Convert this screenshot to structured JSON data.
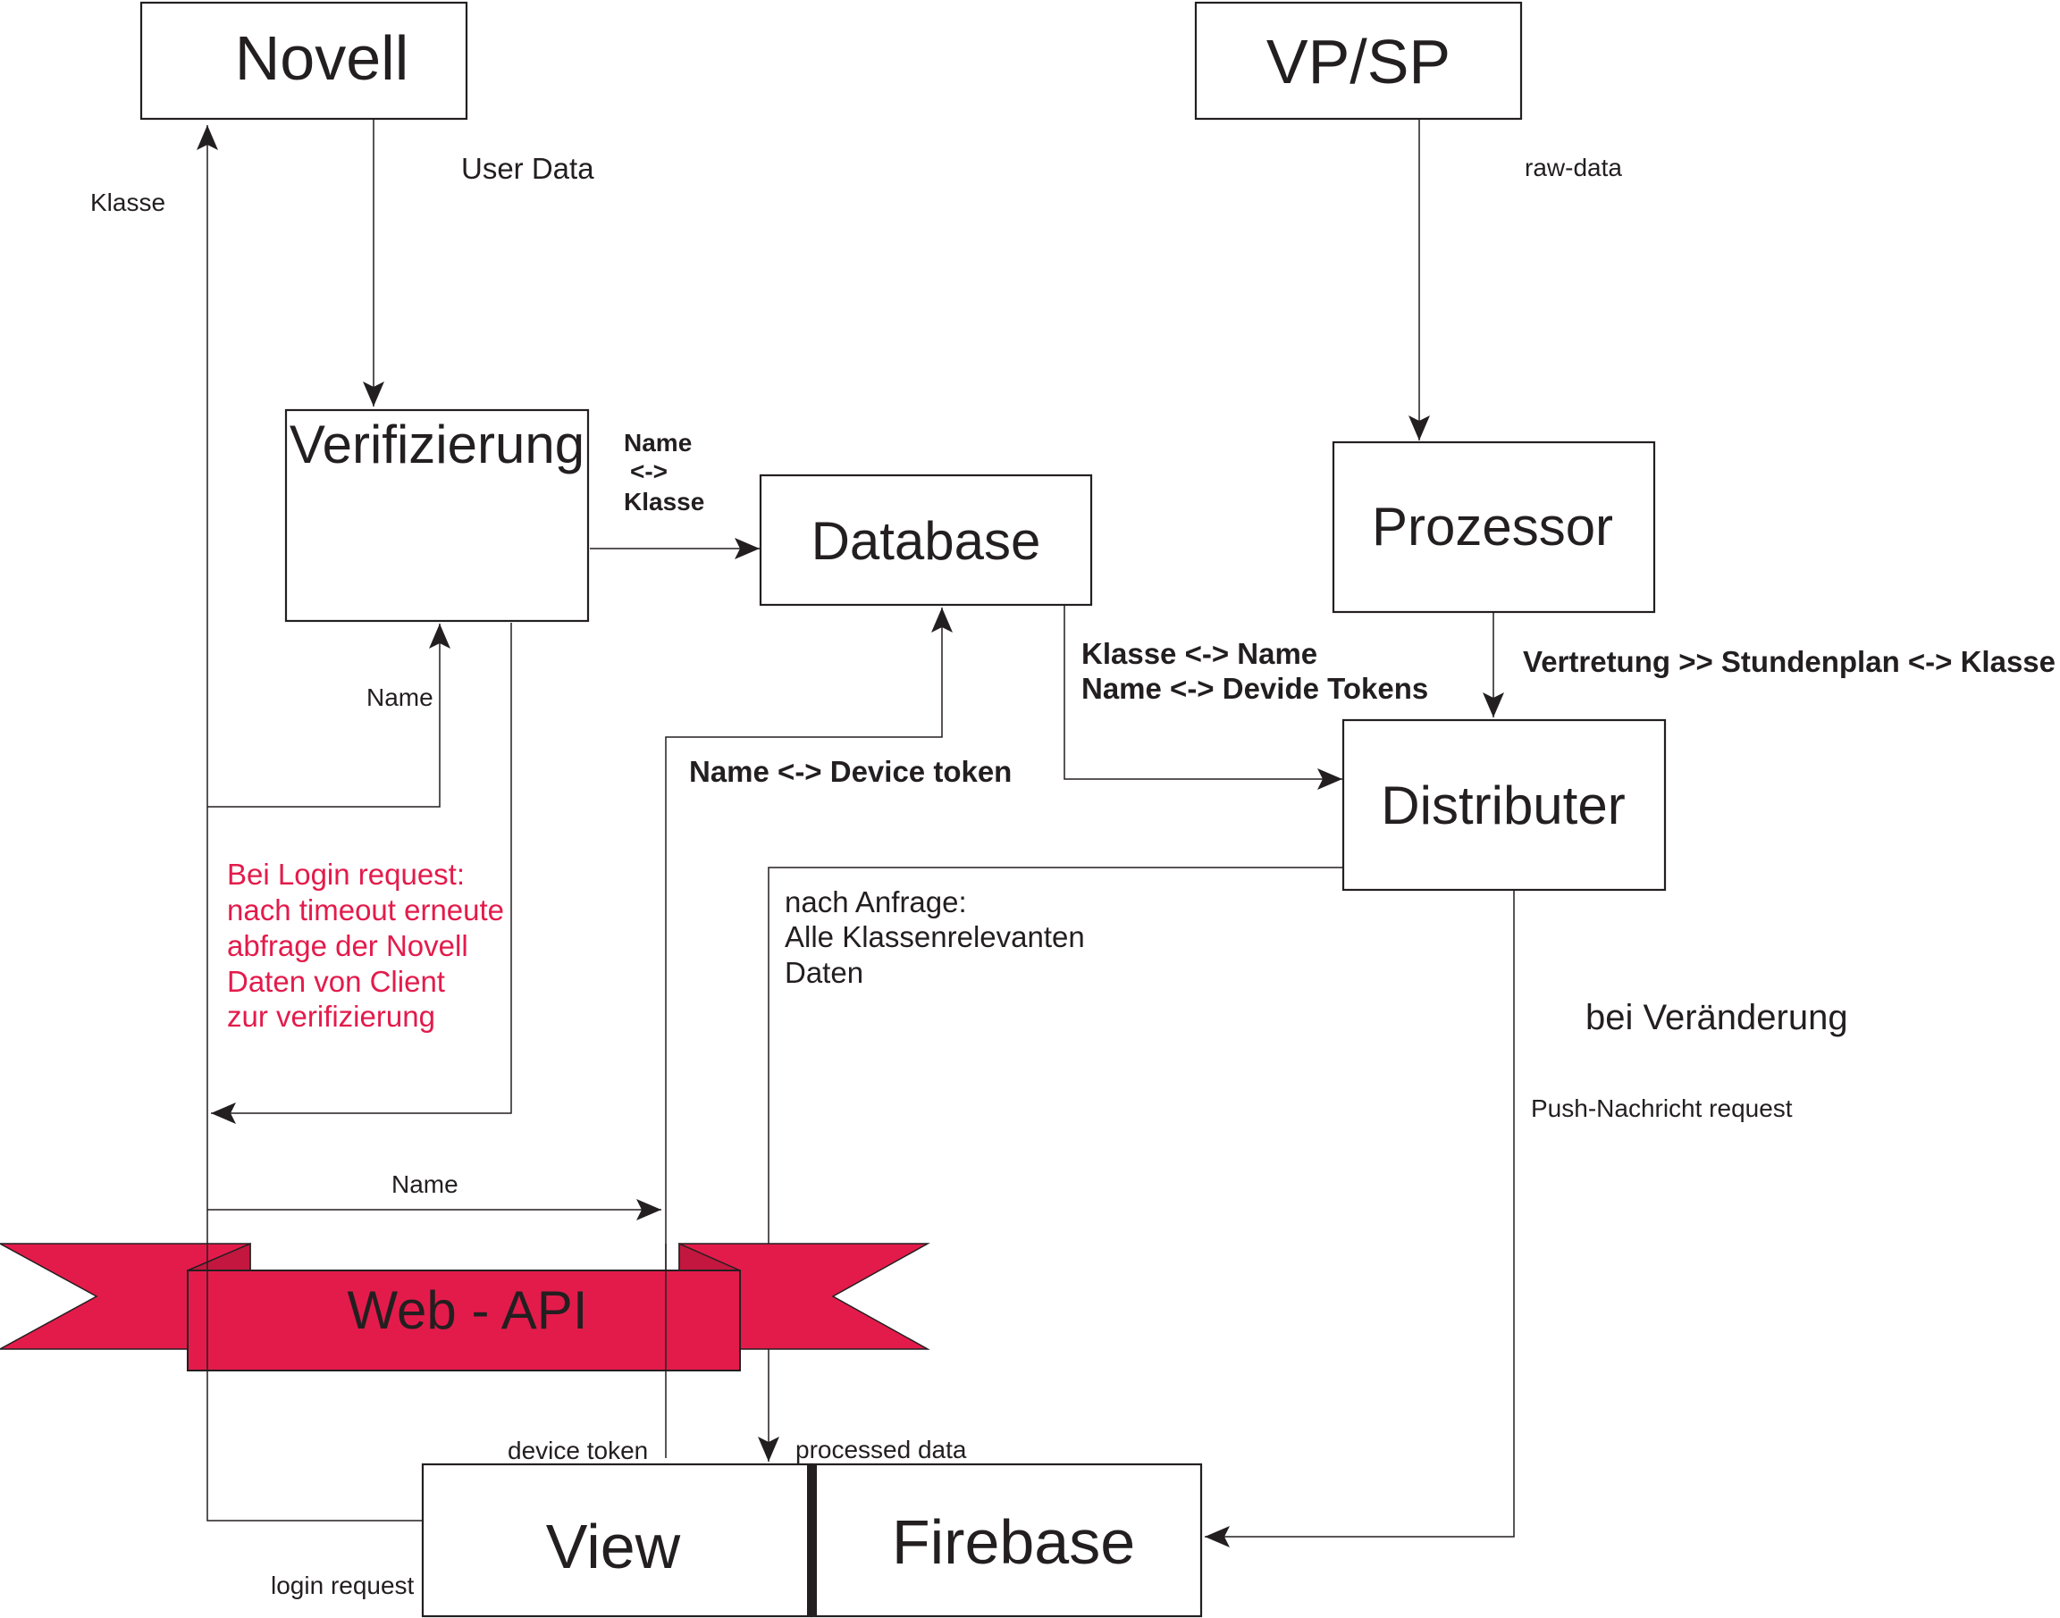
{
  "nodes": {
    "novell": "Novell",
    "vpsp": "VP/SP",
    "verifizierung": "Verifizierung",
    "database": "Database",
    "prozessor": "Prozessor",
    "distributer": "Distributer",
    "view": "View",
    "firebase": "Firebase",
    "webapi": "Web - API"
  },
  "labels": {
    "user_data": "User Data",
    "klasse": "Klasse",
    "raw_data": "raw-data",
    "name_klasse": [
      "Name",
      "<->",
      "Klasse"
    ],
    "name_verif": "Name",
    "klasse_name_tokens": [
      "Klasse <-> Name",
      "Name <-> Devide Tokens"
    ],
    "vertretung": "Vertretung >> Stundenplan <-> Klasse",
    "name_device_token": "Name <-> Device token",
    "login_note": [
      "Bei Login request:",
      "nach timeout erneute",
      "abfrage der Novell",
      "Daten von Client",
      "zur verifizierung"
    ],
    "nach_anfrage": [
      "nach Anfrage:",
      "Alle Klassenrelevanten",
      "Daten"
    ],
    "bei_veraenderung": "bei Veränderung",
    "push_request": "Push-Nachricht request",
    "name_api": "Name",
    "device_token": "device token",
    "processed_data": "processed data",
    "login_request": "login request"
  },
  "colors": {
    "accent": "#e31b4b",
    "stroke": "#231f20",
    "background": "#ffffff"
  }
}
